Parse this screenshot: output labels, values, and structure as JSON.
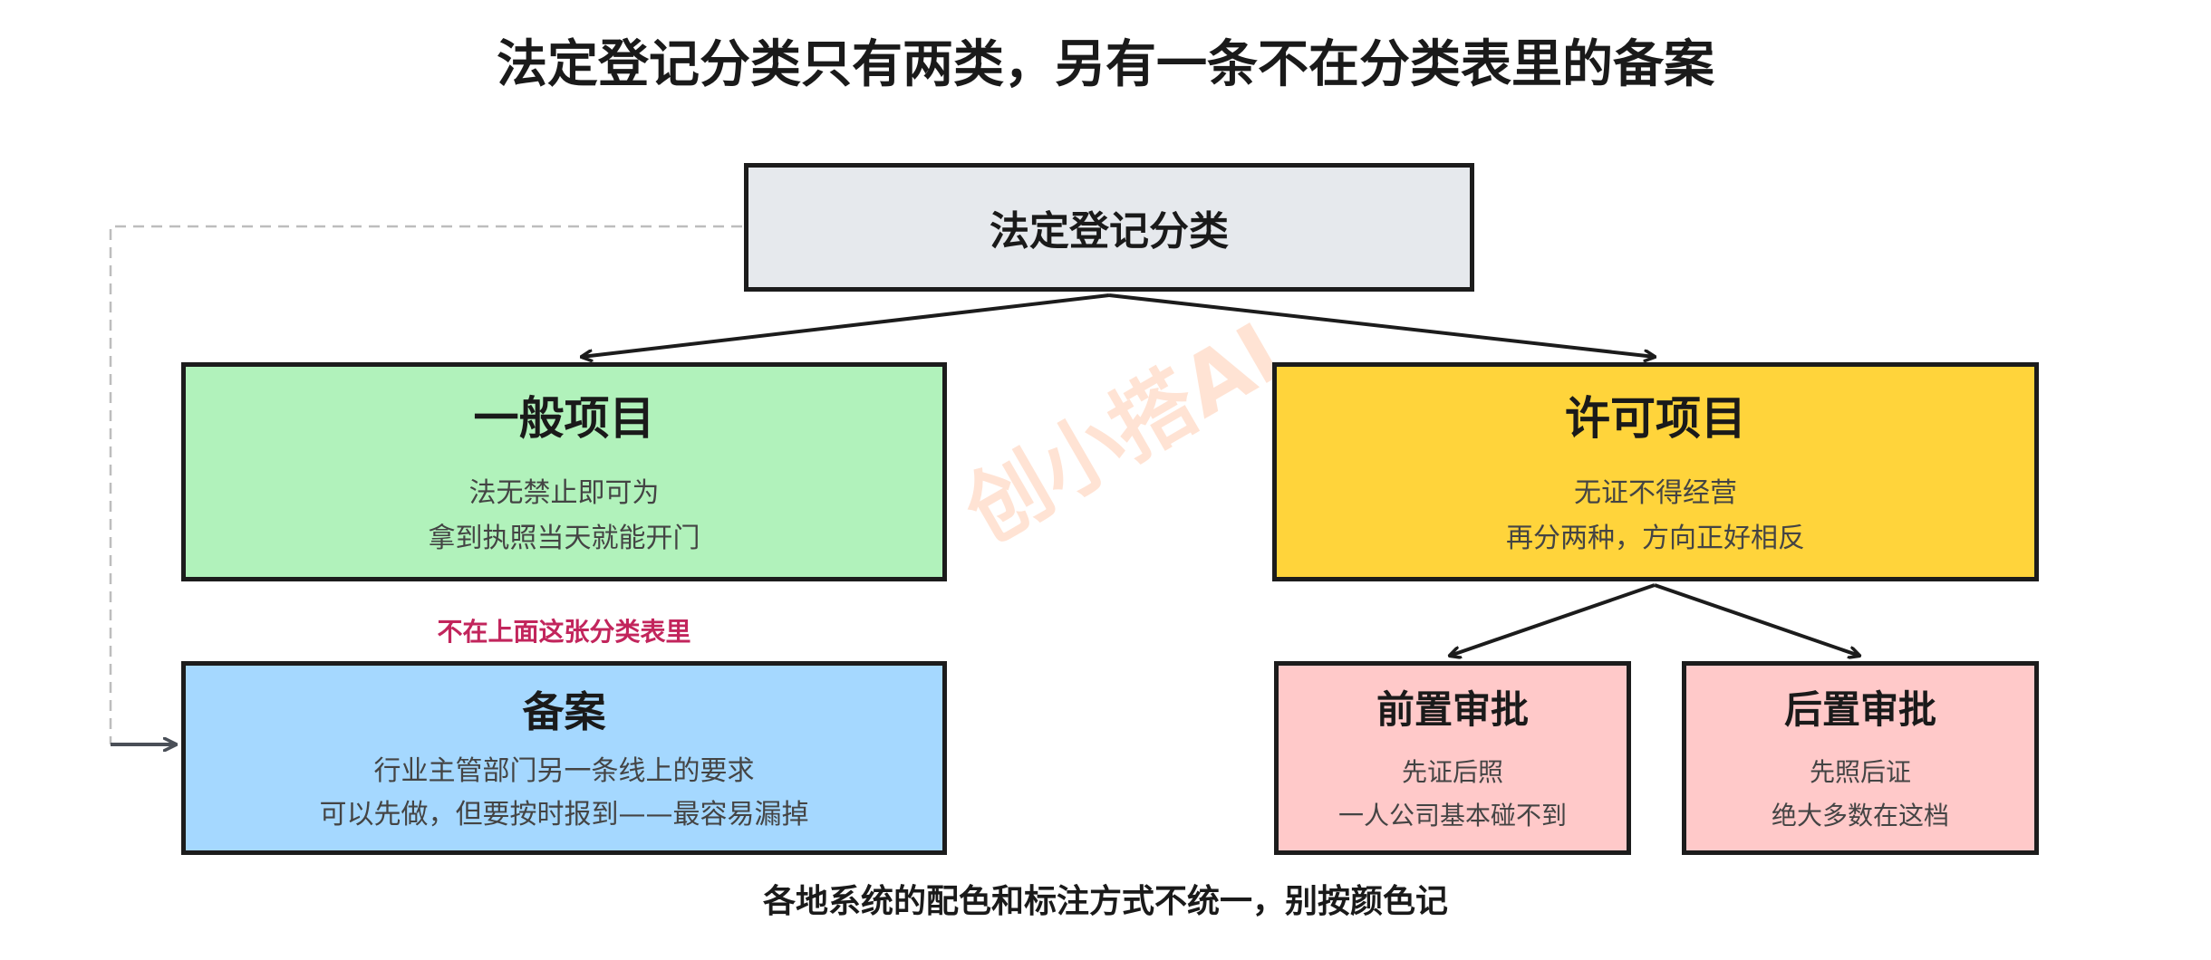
{
  "title": "法定登记分类只有两类，另有一条不在分类表里的备案",
  "root": {
    "label": "法定登记分类"
  },
  "general": {
    "label": "一般项目",
    "lines": [
      "法无禁止即可为",
      "拿到执照当天就能开门"
    ]
  },
  "license": {
    "label": "许可项目",
    "lines": [
      "无证不得经营",
      "再分两种，方向正好相反"
    ]
  },
  "note": "不在上面这张分类表里",
  "filing": {
    "label": "备案",
    "lines": [
      "行业主管部门另一条线上的要求",
      "可以先做，但要按时报到——最容易漏掉"
    ]
  },
  "pre_approval": {
    "label": "前置审批",
    "lines": [
      "先证后照",
      "一人公司基本碰不到"
    ]
  },
  "post_approval": {
    "label": "后置审批",
    "lines": [
      "先照后证",
      "绝大多数在这档"
    ]
  },
  "watermark": "创小搭AI",
  "footer": "各地系统的配色和标注方式不统一，别按颜色记",
  "colors": {
    "root_fill": "#e6e9ed",
    "general_fill": "#b1f2bb",
    "license_fill": "#ffd43b",
    "filing_fill": "#a5d8ff",
    "approval_fill": "#ffc9c9",
    "note_text": "#c2255c",
    "stroke": "#1c1c1c"
  }
}
